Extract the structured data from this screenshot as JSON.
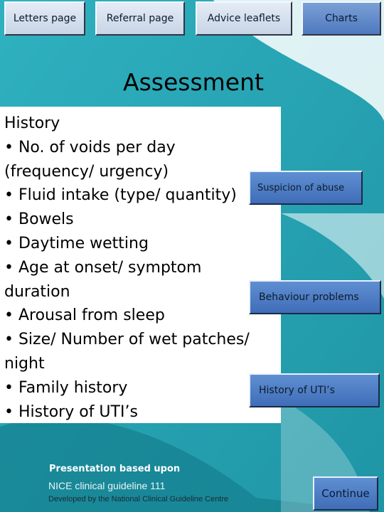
{
  "nav": {
    "letters": "Letters page",
    "referral": "Referral page",
    "advice": "Advice leaflets",
    "charts": "Charts"
  },
  "page_title": "Assessment",
  "history": {
    "lines": [
      "History",
      "• No. of voids per day",
      "(frequency/ urgency)",
      "• Fluid intake (type/ quantity)",
      "• Bowels",
      "• Daytime wetting",
      "• Age at onset/ symptom",
      "duration",
      "• Arousal from sleep",
      "• Size/ Number of wet patches/",
      "night",
      "• Family history",
      "• History of UTI’s"
    ]
  },
  "side_buttons": {
    "abuse": "Suspicion of abuse",
    "behaviour": "Behaviour problems",
    "uti": "History of UTI’s"
  },
  "footer": {
    "line1": "Presentation based upon",
    "line2": "NICE clinical guideline 111",
    "line3": "Developed by the National Clinical Guideline Centre"
  },
  "continue_label": "Continue",
  "colors": {
    "teal_bg": "#2aa6b5",
    "dark_teal": "#0f7180",
    "button_blue": "#4f7fc6",
    "button_light": "#d6e1ee"
  }
}
